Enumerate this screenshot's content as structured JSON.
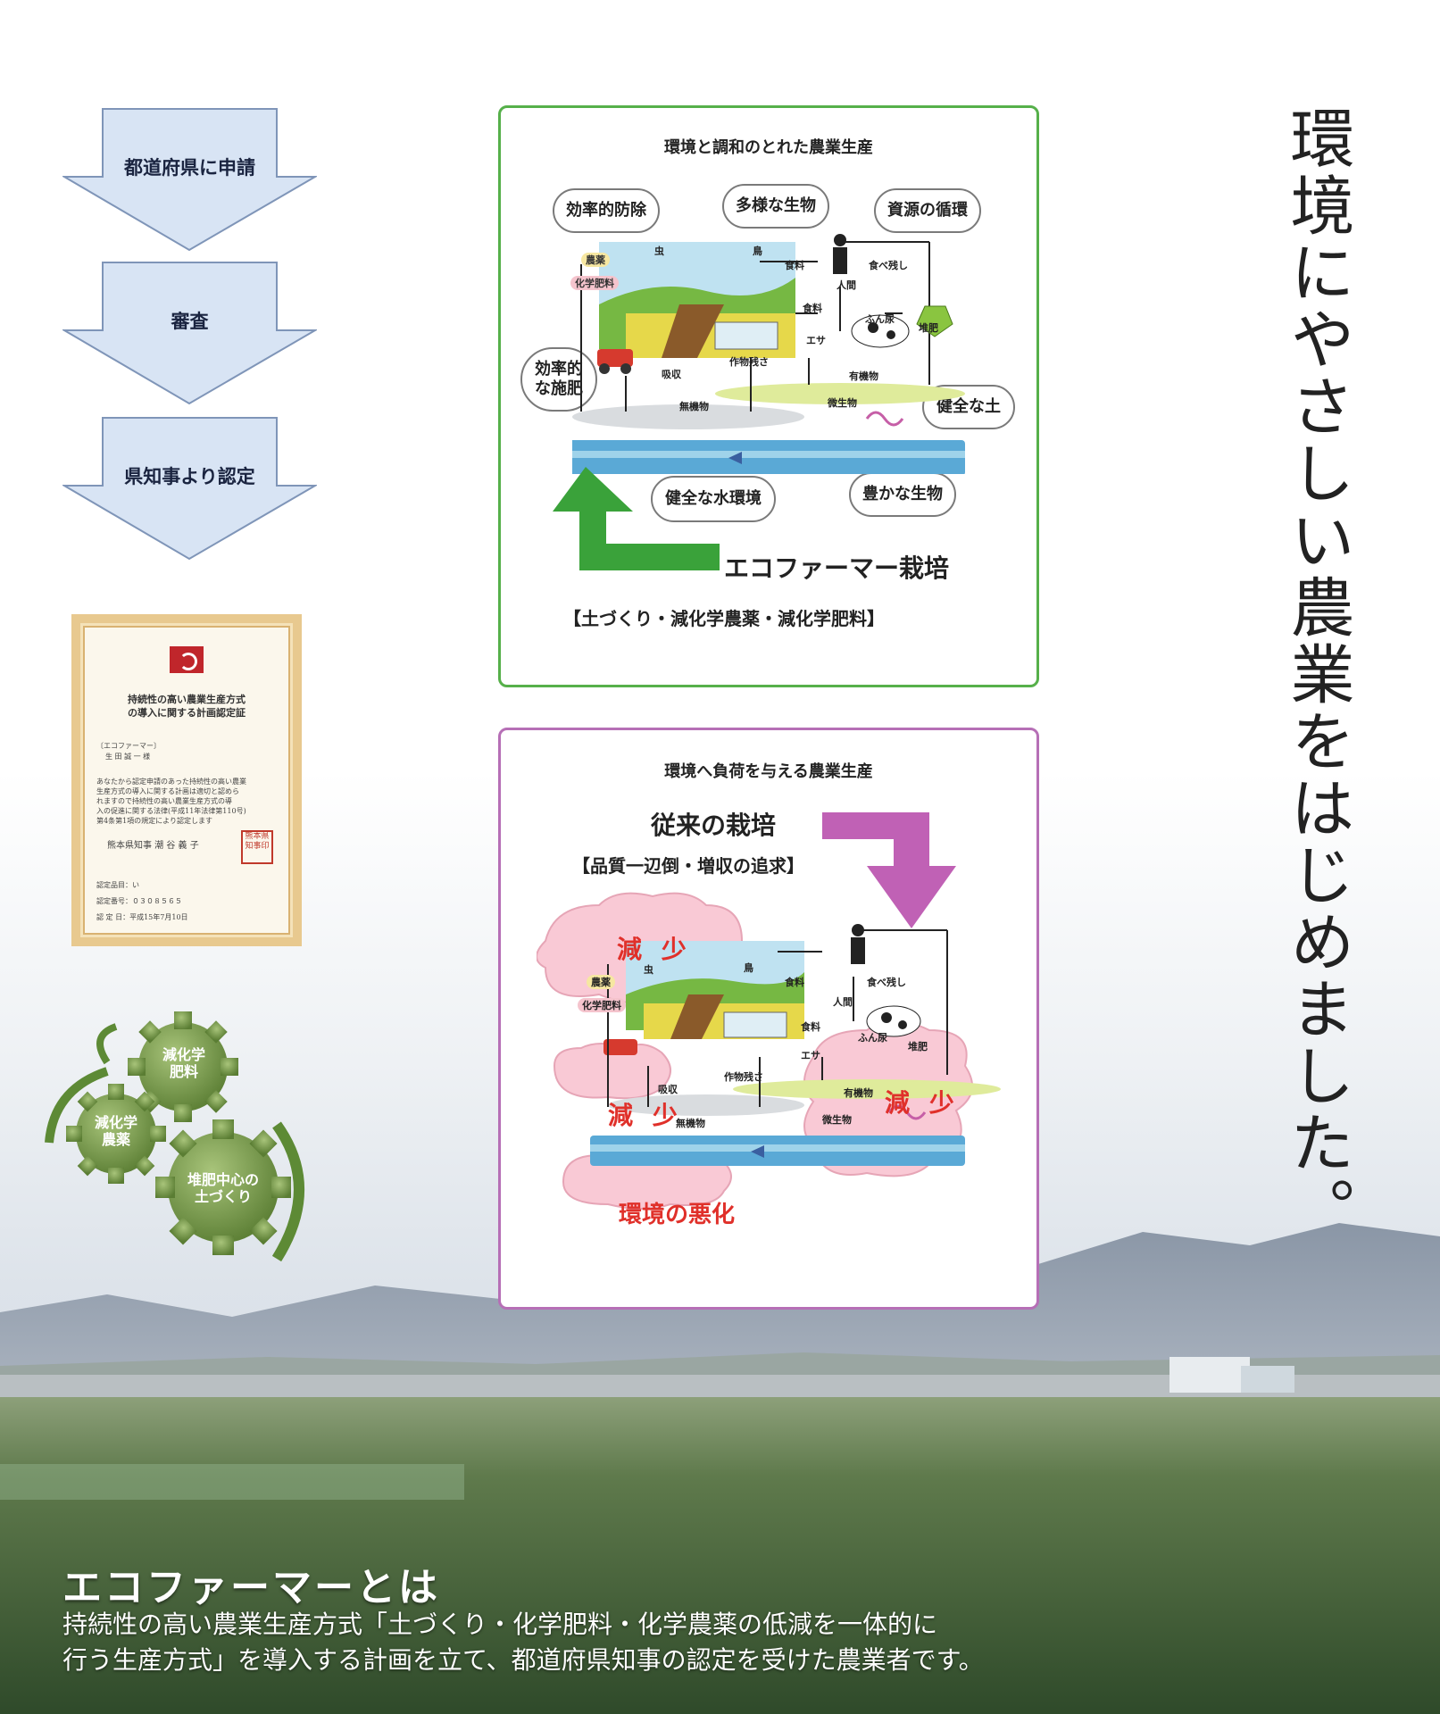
{
  "flow": {
    "steps": [
      "都道府県に申請",
      "審査",
      "県知事より認定"
    ]
  },
  "certificate": {
    "title_line1": "持続性の高い農業生産方式",
    "title_line2": "の導入に関する計画認定証",
    "role": "〔エコファーマー〕",
    "name": "生 田 誠 一 様",
    "body1": "あなたから認定申請のあった持続性の高い農業",
    "body2": "生産方式の導入に関する計画は適切と認めら",
    "body3": "れますので持続性の高い農業生産方式の導",
    "body4": "入の促進に関する法律(平成11年法律第110号)",
    "body5": "第4条第1項の規定により認定します",
    "signer": "熊本県知事 潮 谷 義 子",
    "seal": "熊本県知事印",
    "item": "認定品目：い",
    "number": "認定番号：０３０８５６５",
    "date": "認 定 日：平成15年7月10日"
  },
  "gears": {
    "gear1": "減化学\n肥料",
    "gear2": "減化学\n農薬",
    "gear3": "堆肥中心の\n土づくり"
  },
  "panel_green": {
    "title": "環境と調和のとれた農業生産",
    "clouds": [
      "効率的防除",
      "多様な生物",
      "資源の循環",
      "効率的\nな施肥",
      "健全な土",
      "健全な水環境",
      "豊かな生物"
    ],
    "labels": {
      "noyaku": "農薬",
      "kagaku": "化学肥料",
      "mushi": "虫",
      "tori": "鳥",
      "shokuryo": "食料",
      "ningen": "人間",
      "tabenokoshi": "食べ残し",
      "shokuryo2": "食料",
      "funnyo": "ふん尿",
      "taihi": "堆肥",
      "esa": "エサ",
      "kyushu": "吸収",
      "zansa": "作物残さ",
      "yukibutsu": "有機物",
      "mukibutsu": "無機物",
      "biseibutsu": "微生物"
    },
    "eco_label": "エコファーマー栽培",
    "eco_sub": "【土づくり・減化学農薬・減化学肥料】"
  },
  "panel_pink": {
    "title": "環境へ負荷を与える農業生産",
    "conv_label": "従来の栽培",
    "conv_sub": "【品質一辺倒・増収の追求】",
    "decrease1": "減 少",
    "decrease2": "減 少",
    "decrease3": "減 少",
    "worse": "環境の悪化",
    "labels": {
      "noyaku": "農薬",
      "kagaku": "化学肥料",
      "mushi": "虫",
      "tori": "鳥",
      "shokuryo": "食料",
      "ningen": "人間",
      "tabenokoshi": "食べ残し",
      "shokuryo2": "食料",
      "funnyo": "ふん尿",
      "taihi": "堆肥",
      "esa": "エサ",
      "kyushu": "吸収",
      "zansa": "作物残さ",
      "yukibutsu": "有機物",
      "mukibutsu": "無機物",
      "biseibutsu": "微生物"
    }
  },
  "vertical_title": "環境にやさしい農業をはじめました。",
  "about": {
    "title": "エコファーマーとは",
    "line1": "持続性の高い農業生産方式「土づくり・化学肥料・化学農薬の低減を一体的に",
    "line2": "行う生産方式」を導入する計画を立て、都道府県知事の認定を受けた農業者です。"
  },
  "colors": {
    "green_arrow": "#3aa23a",
    "pink_arrow": "#c061b5",
    "flow_arrow": "#d8e4f4",
    "decrease_red": "#e0302a"
  }
}
